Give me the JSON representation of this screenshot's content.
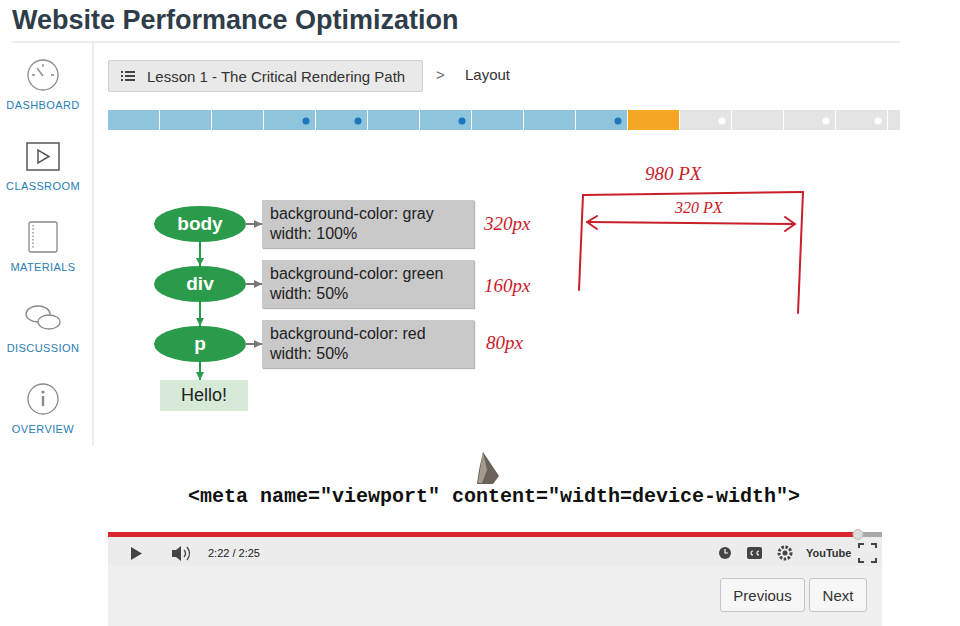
{
  "diagram": {
    "title": "Website Performance Optimization",
    "nodes": [
      {
        "text": [
          "Lesson 1 - The Critical Rendering Path"
        ]
      },
      {
        "text": [
          "body"
        ]
      },
      {
        "text": [
          "background-color: gray",
          "width: 100%"
        ]
      },
      {
        "text": [
          "div"
        ]
      },
      {
        "text": [
          "background-color: green",
          "width: 50%"
        ]
      },
      {
        "text": [
          "p"
        ]
      },
      {
        "text": [
          "background-color: red",
          "width: 50%"
        ]
      },
      {
        "text": [
          "Hello!"
        ]
      },
      {
        "text": [
          "Previous"
        ]
      },
      {
        "text": [
          "Next"
        ]
      }
    ],
    "edges": [
      {
        "from": 1,
        "to": 2,
        "arrow": "to"
      },
      {
        "from": 1,
        "to": 3,
        "arrow": "to"
      },
      {
        "from": 3,
        "to": 4,
        "arrow": "to"
      },
      {
        "from": 3,
        "to": 5,
        "arrow": "to"
      },
      {
        "from": 5,
        "to": 6,
        "arrow": "to"
      },
      {
        "from": 5,
        "to": 7,
        "arrow": "to"
      }
    ],
    "labels": [
      "DASHBOARD",
      "CLASSROOM",
      "MATERIALS",
      "DISCUSSION",
      "OVERVIEW",
      ">",
      "Layout",
      "320px",
      "160px",
      "80px",
      "980 PX",
      "320 PX",
      "<meta name=\"viewport\" content=\"width=device-width\">",
      "2:22 / 2:25",
      "YouTube"
    ]
  }
}
